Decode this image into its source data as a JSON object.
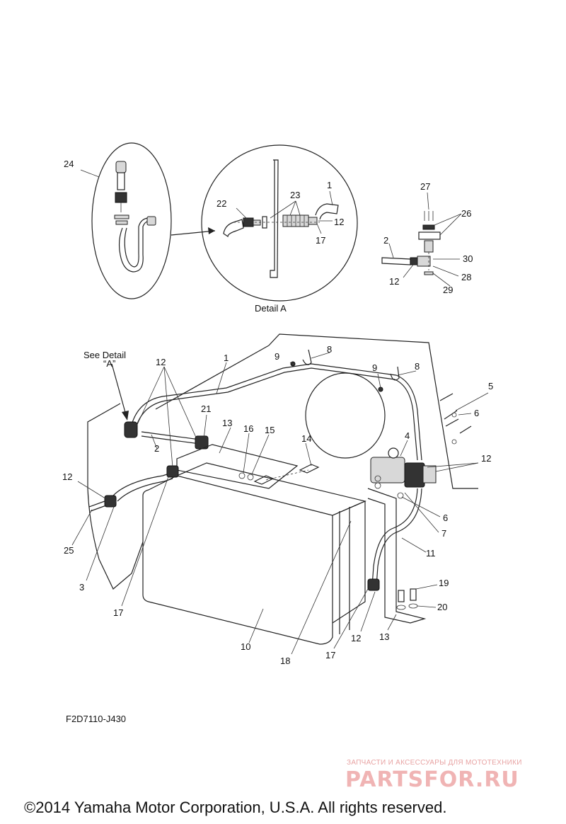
{
  "diagram": {
    "detail_label": "Detail A",
    "see_detail_label": "See Detail",
    "see_detail_ref": "“A”",
    "callouts": {
      "c1_a": "1",
      "c1_b": "1",
      "c2_a": "2",
      "c2_b": "2",
      "c3": "3",
      "c4": "4",
      "c5": "5",
      "c6_a": "6",
      "c6_b": "6",
      "c7": "7",
      "c8_a": "8",
      "c8_b": "8",
      "c9_a": "9",
      "c9_b": "9",
      "c10": "10",
      "c11": "11",
      "c12_a": "12",
      "c12_b": "12",
      "c12_c": "12",
      "c12_d": "12",
      "c12_e": "12",
      "c12_f": "12",
      "c13_a": "13",
      "c13_b": "13",
      "c14": "14",
      "c15": "15",
      "c16": "16",
      "c17_a": "17",
      "c17_b": "17",
      "c17_c": "17",
      "c18": "18",
      "c19": "19",
      "c20": "20",
      "c21": "21",
      "c22": "22",
      "c23": "23",
      "c24": "24",
      "c25": "25",
      "c26": "26",
      "c27": "27",
      "c28": "28",
      "c29": "29",
      "c30": "30"
    }
  },
  "footer": {
    "drawing_code": "F2D7110-J430",
    "watermark_tagline": "ЗАПЧАСТИ И АКСЕССУАРЫ ДЛЯ МОТОТЕХНИКИ",
    "watermark_logo": "PARTSFOR.RU",
    "copyright": "©2014 Yamaha Motor Corporation, U.S.A. All rights reserved."
  }
}
